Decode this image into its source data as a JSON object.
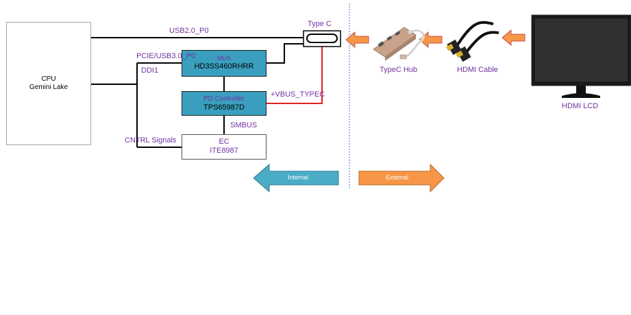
{
  "blocks": {
    "cpu": {
      "line1": "CPU",
      "line2": "Gemini Lake"
    },
    "mux": {
      "label": "MUX",
      "part": "HD3SS460RHRR"
    },
    "pd": {
      "label": "PD  Controller",
      "part": "TPS65987D"
    },
    "ec": {
      "label": "EC",
      "part": "ITE8987"
    }
  },
  "connector": {
    "label": "Type  C"
  },
  "signals": {
    "usb2": "USB2.0_P0",
    "pcie": "PCIE/USB3.0_P0",
    "ddi": "DDI1",
    "cntrl": "CNTRL  Signals",
    "vbus": "+VBUS_TYPEC",
    "smbus": "SMBUS"
  },
  "external": {
    "hub": "TypeC Hub",
    "cable": "HDMI Cable",
    "lcd": "HDMI LCD"
  },
  "arrows": {
    "internal": "Internal",
    "external": "External"
  },
  "colors": {
    "chip_fill": "#3a9fbf",
    "signal_text": "#7030a0",
    "vbus_line": "#e02020",
    "internal_arrow": "#4bacc6",
    "external_arrow": "#f79646",
    "divider": "#4472c4"
  }
}
